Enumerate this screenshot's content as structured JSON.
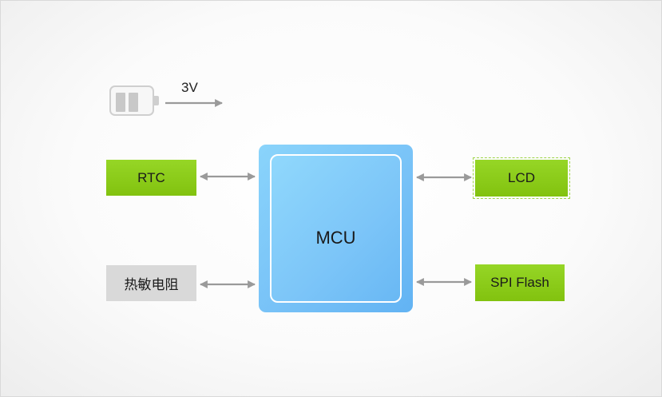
{
  "battery": {
    "icon": "battery-icon",
    "voltage": "3V"
  },
  "mcu": {
    "label": "MCU"
  },
  "peripherals": {
    "rtc": "RTC",
    "thermistor": "热敏电阻",
    "lcd": "LCD",
    "spi_flash": "SPI Flash"
  },
  "colors": {
    "peripheral_green": "#8fcf1f",
    "peripheral_gray": "#d9d9d9",
    "mcu_blue": "#78c2f7",
    "arrow_gray": "#9a9a9a"
  }
}
